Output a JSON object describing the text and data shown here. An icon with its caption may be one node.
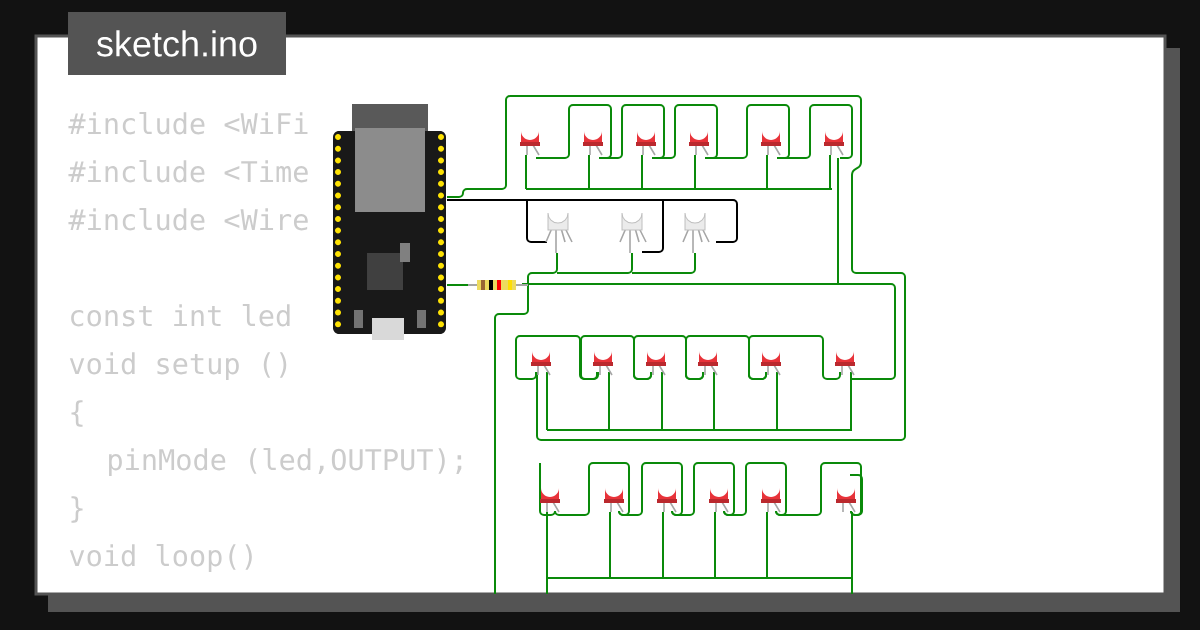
{
  "diagram": {
    "title": "sketch.ino",
    "labels": [
      "#include <WiFi",
      "#include <Time",
      "#include <Wire",
      "const int led",
      "void setup ()",
      "{",
      "pinMode (led,OUTPUT);",
      "}",
      "void loop()"
    ]
  }
}
